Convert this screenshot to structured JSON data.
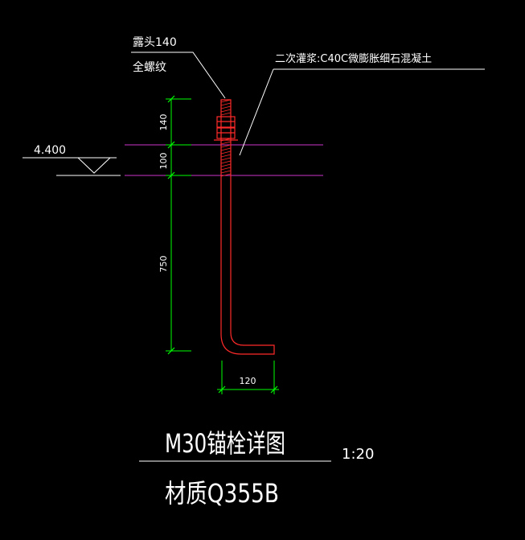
{
  "annotations": {
    "exposed_length": "露头140",
    "thread_note": "全螺纹",
    "grout_note": "二次灌浆:C40C微膨胀细石混凝土",
    "elevation": "4.400"
  },
  "dimensions": {
    "top": "140",
    "middle": "100",
    "embed": "750",
    "hook": "120"
  },
  "title": {
    "main": "M30锚栓详图",
    "scale": "1:20",
    "material": "材质Q355B"
  },
  "colors": {
    "background": "#000000",
    "bolt": "#ff2a2a",
    "dimension_line": "#00ff00",
    "level_line": "#cc33cc",
    "text": "#ffffff"
  }
}
